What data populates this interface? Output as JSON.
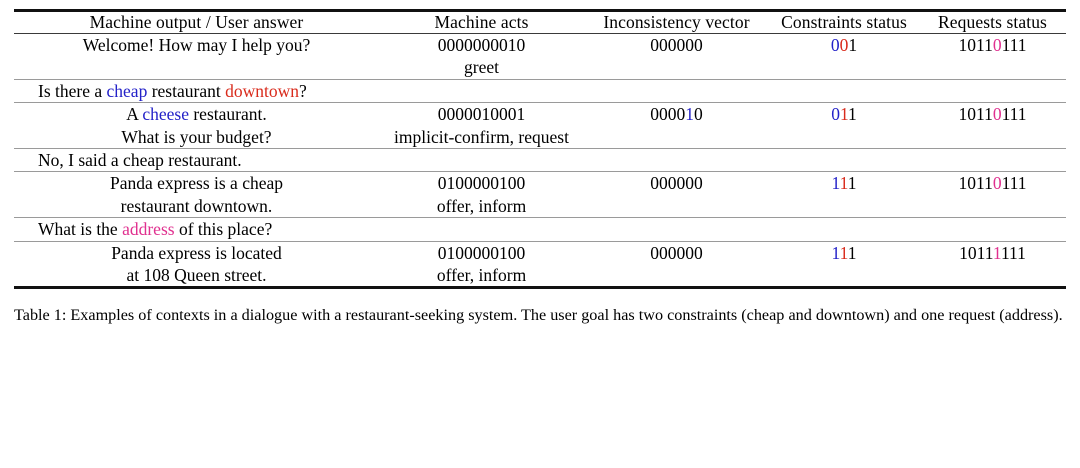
{
  "table": {
    "label": "Table 1",
    "columns": [
      "Machine output / User answer",
      "Machine acts",
      "Inconsistency vector",
      "Constraints status",
      "Requests status"
    ],
    "rows": [
      {
        "kind": "machine",
        "utterance_line1": "Welcome! How may I help you?",
        "utterance_line2": "",
        "acts_vector": "0000000010",
        "acts_labels": "greet",
        "inconsistency_vector": [
          {
            "t": "000000",
            "c": "black"
          }
        ],
        "constraints_status": [
          {
            "t": "0",
            "c": "blue"
          },
          {
            "t": "0",
            "c": "red"
          },
          {
            "t": "1",
            "c": "black"
          }
        ],
        "requests_status": [
          {
            "t": "101",
            "c": "black"
          },
          {
            "t": "1",
            "c": "black"
          },
          {
            "t": "0",
            "c": "pink"
          },
          {
            "t": "111",
            "c": "black"
          }
        ]
      },
      {
        "kind": "user",
        "utterance_parts": [
          {
            "t": "Is there a ",
            "c": "black"
          },
          {
            "t": "cheap",
            "c": "blue"
          },
          {
            "t": " restaurant ",
            "c": "black"
          },
          {
            "t": "downtown",
            "c": "red"
          },
          {
            "t": "?",
            "c": "black"
          }
        ]
      },
      {
        "kind": "machine",
        "utterance_line1_parts": [
          {
            "t": "A ",
            "c": "black"
          },
          {
            "t": "cheese",
            "c": "blue"
          },
          {
            "t": " restaurant.",
            "c": "black"
          }
        ],
        "utterance_line2": "What is your budget?",
        "acts_vector": "0000010001",
        "acts_labels": "implicit-confirm, request",
        "inconsistency_vector": [
          {
            "t": "0000",
            "c": "black"
          },
          {
            "t": "1",
            "c": "blue"
          },
          {
            "t": "0",
            "c": "black"
          }
        ],
        "constraints_status": [
          {
            "t": "0",
            "c": "blue"
          },
          {
            "t": "1",
            "c": "red"
          },
          {
            "t": "1",
            "c": "black"
          }
        ],
        "requests_status": [
          {
            "t": "101",
            "c": "black"
          },
          {
            "t": "1",
            "c": "black"
          },
          {
            "t": "0",
            "c": "pink"
          },
          {
            "t": "111",
            "c": "black"
          }
        ]
      },
      {
        "kind": "user",
        "utterance_parts": [
          {
            "t": "No, I said a cheap restaurant.",
            "c": "black"
          }
        ]
      },
      {
        "kind": "machine",
        "utterance_line1": "Panda express is a cheap",
        "utterance_line2": "restaurant downtown.",
        "acts_vector": "0100000100",
        "acts_labels": "offer, inform",
        "inconsistency_vector": [
          {
            "t": "000000",
            "c": "black"
          }
        ],
        "constraints_status": [
          {
            "t": "1",
            "c": "blue"
          },
          {
            "t": "1",
            "c": "red"
          },
          {
            "t": "1",
            "c": "black"
          }
        ],
        "requests_status": [
          {
            "t": "101",
            "c": "black"
          },
          {
            "t": "1",
            "c": "black"
          },
          {
            "t": "0",
            "c": "pink"
          },
          {
            "t": "111",
            "c": "black"
          }
        ]
      },
      {
        "kind": "user",
        "utterance_parts": [
          {
            "t": "What is the ",
            "c": "black"
          },
          {
            "t": "address",
            "c": "pink"
          },
          {
            "t": " of this place?",
            "c": "black"
          }
        ]
      },
      {
        "kind": "machine",
        "utterance_line1": "Panda express is located",
        "utterance_line2": "at 108 Queen street.",
        "acts_vector": "0100000100",
        "acts_labels": "offer, inform",
        "inconsistency_vector": [
          {
            "t": "000000",
            "c": "black"
          }
        ],
        "constraints_status": [
          {
            "t": "1",
            "c": "blue"
          },
          {
            "t": "1",
            "c": "red"
          },
          {
            "t": "1",
            "c": "black"
          }
        ],
        "requests_status": [
          {
            "t": "101",
            "c": "black"
          },
          {
            "t": "1",
            "c": "black"
          },
          {
            "t": "1",
            "c": "pink"
          },
          {
            "t": "111",
            "c": "black"
          }
        ]
      }
    ]
  },
  "caption": {
    "text": "Table 1: Examples of contexts in a dialogue with a restaurant-seeking system. The user goal has two constraints (cheap and downtown) and one request (address)."
  },
  "colors": {
    "blue": "#2321c8",
    "red": "#d92b1c",
    "pink": "#e0308f",
    "black": "#000000"
  }
}
